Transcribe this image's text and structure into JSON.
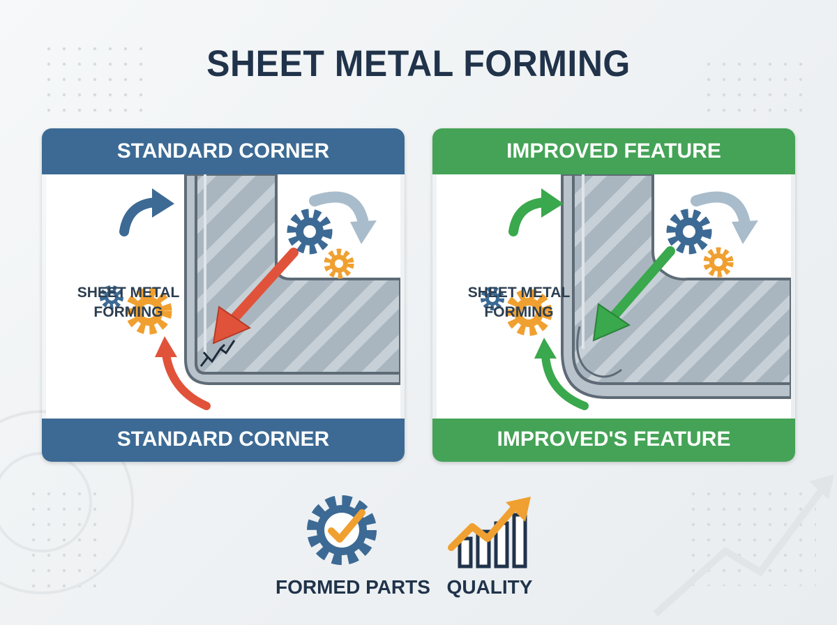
{
  "title": "SHEET METAL FORMING",
  "panels": {
    "standard": {
      "header": "STANDARD CORNER",
      "label_line1": "SHEET METAL",
      "label_line2": "FORMING",
      "footer": "STANDARD CORNER",
      "color": "#3c6a94",
      "arrow_color": "#e0533a"
    },
    "improved": {
      "header": "IMPROVED FEATURE",
      "label_line1": "SHEET METAL",
      "label_line2": "FORMING",
      "footer": "IMPROVED'S FEATURE",
      "color": "#44a356",
      "arrow_color": "#3aa84c"
    }
  },
  "bottom": {
    "formed_parts": {
      "label": "FORMED PARTS",
      "icon": "gear-check-icon"
    },
    "quality": {
      "label": "QUALITY",
      "icon": "growth-chart-icon"
    }
  },
  "colors": {
    "title": "#20334a",
    "gear_blue": "#3c6a94",
    "gear_orange": "#f0a030",
    "sheet_metal": "#9aa8b3"
  }
}
